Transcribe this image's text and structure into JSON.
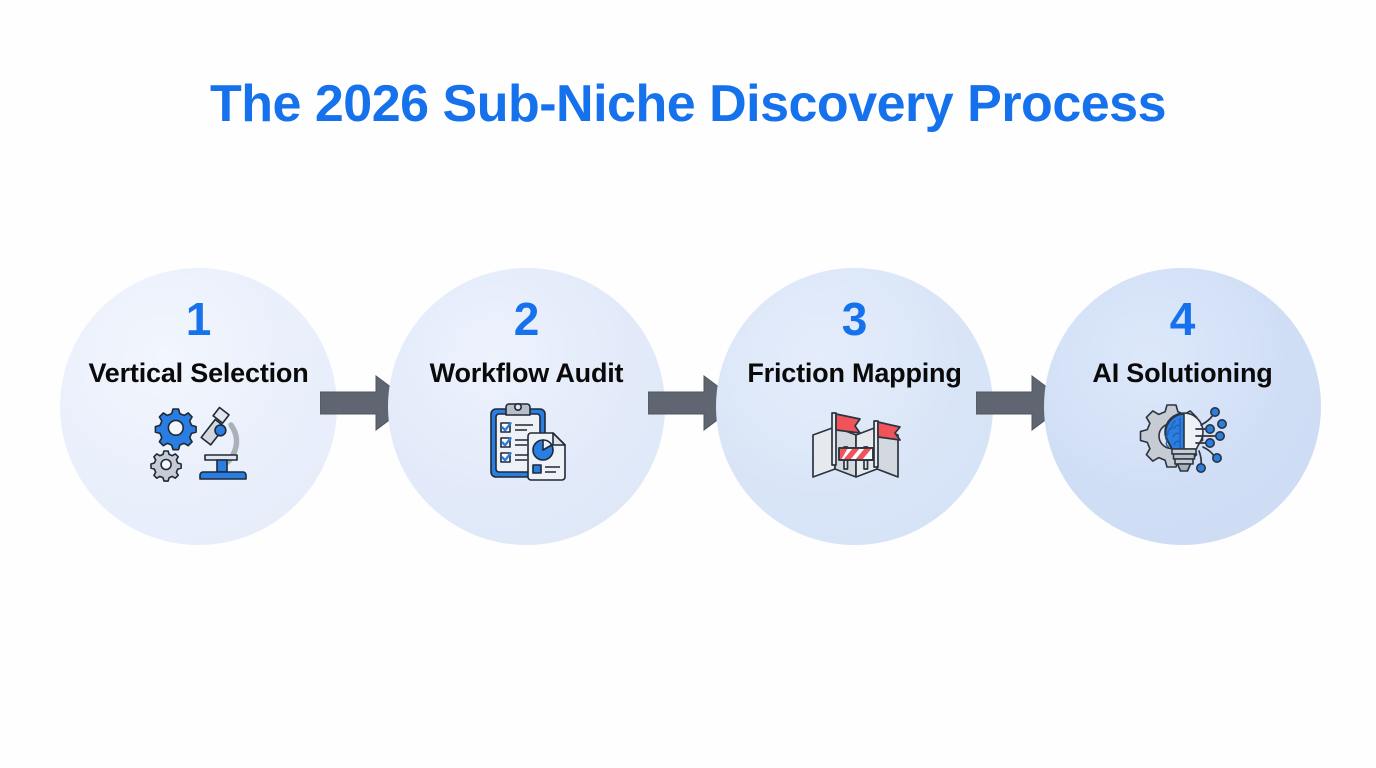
{
  "title": "The 2026 Sub-Niche Discovery Process",
  "accent_color": "#1671ec",
  "arrow_color": "#5f6672",
  "background_color": "#fefefe",
  "steps": [
    {
      "number": "1",
      "label": "Vertical Selection",
      "icon": "gears-microscope-icon",
      "circle_color": "#e9effb"
    },
    {
      "number": "2",
      "label": "Workflow Audit",
      "icon": "clipboard-checklist-report-icon",
      "circle_color": "#e2eaf9"
    },
    {
      "number": "3",
      "label": "Friction Mapping",
      "icon": "map-flags-barrier-icon",
      "circle_color": "#d9e5f7"
    },
    {
      "number": "4",
      "label": "AI Solutioning",
      "icon": "lightbulb-brain-circuit-gear-icon",
      "circle_color": "#d0def5"
    }
  ],
  "connectors": [
    {
      "name": "arrow-1-to-2",
      "glyph": "right-arrow-icon"
    },
    {
      "name": "arrow-2-to-3",
      "glyph": "right-arrow-icon"
    },
    {
      "name": "arrow-3-to-4",
      "glyph": "right-arrow-icon"
    }
  ]
}
